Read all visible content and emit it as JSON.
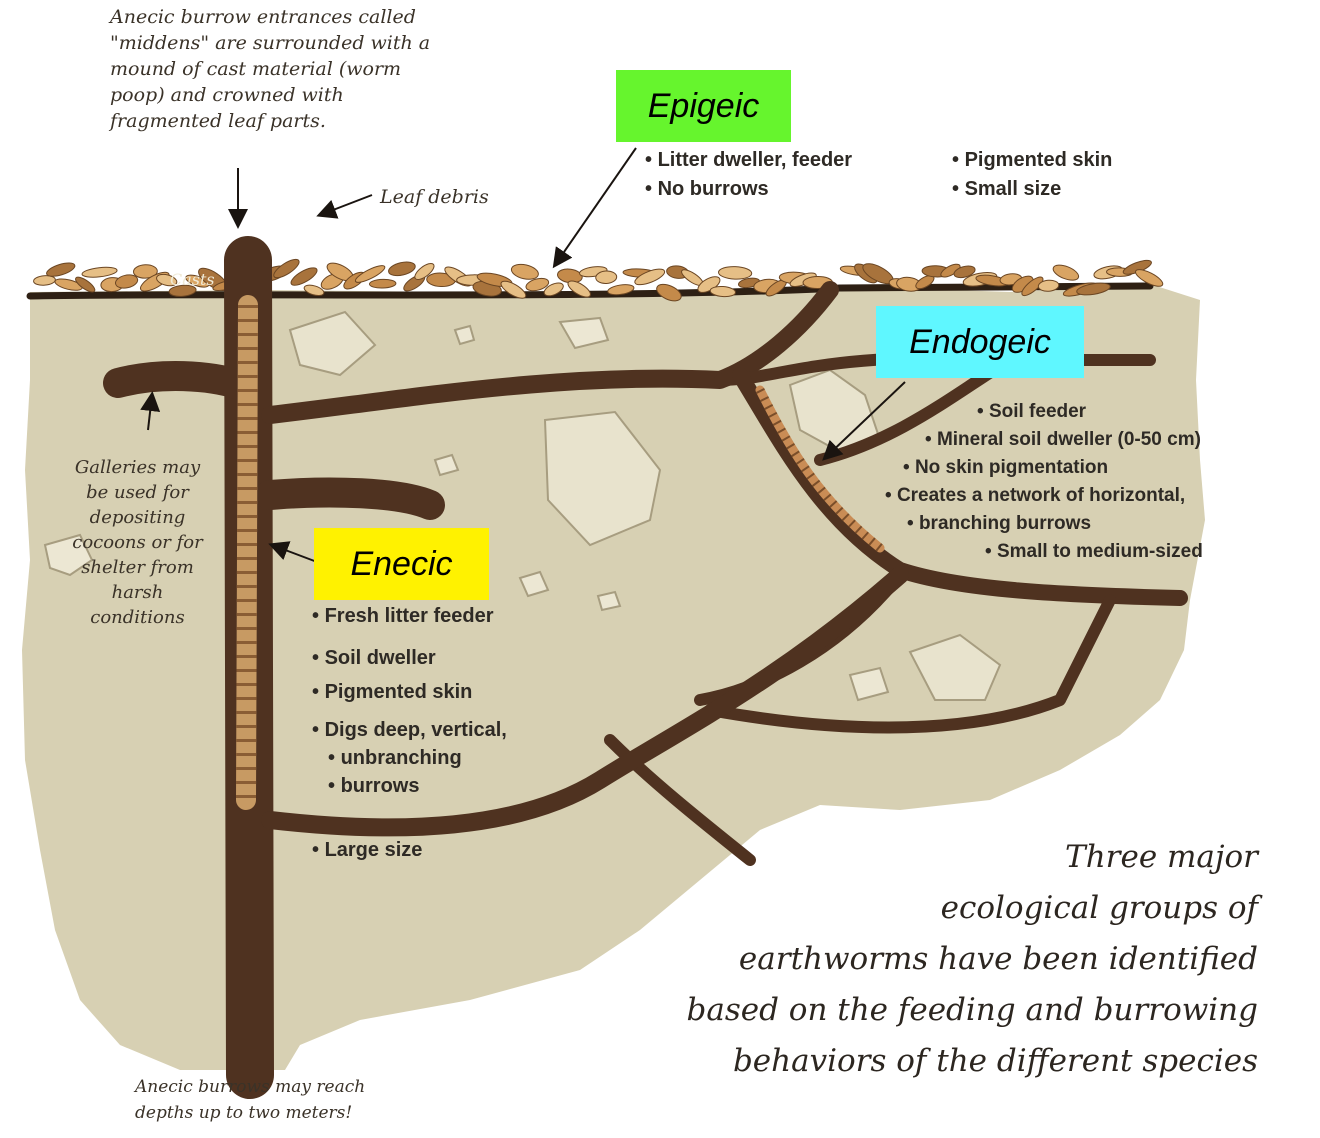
{
  "colors": {
    "soil": "#d7d0b3",
    "burrow": "#4f3220",
    "worm": "#c79a63",
    "epigeic_tag": "#66f52d",
    "endogeic_tag": "#5ff7ff",
    "anecic_tag": "#fff200"
  },
  "notes": {
    "midden": [
      "Anecic burrow entrances called",
      "\"middens\" are surrounded with a",
      "mound of cast material (worm",
      "poop) and crowned with",
      "fragmented leaf parts."
    ],
    "leaf_debris": "Leaf debris",
    "casts": "Casts",
    "galleries": [
      "Galleries may",
      "be used for",
      "depositing",
      "cocoons or for",
      "shelter from",
      "harsh",
      "conditions"
    ],
    "depth": [
      "Anecic burrows may reach",
      "depths up to two meters!"
    ]
  },
  "groups": {
    "epigeic": {
      "label": "Epigeic",
      "col1": [
        "Litter dweller, feeder",
        "No burrows"
      ],
      "col2": [
        "Pigmented skin",
        "Small size"
      ]
    },
    "endogeic": {
      "label": "Endogeic",
      "traits": [
        "Soil feeder",
        "Mineral soil dweller (0-50 cm)",
        "No skin pigmentation",
        "Creates a network of horizontal,",
        "branching burrows",
        "Small to medium-sized"
      ]
    },
    "anecic": {
      "label": "Enecic",
      "traits": [
        "Fresh litter feeder",
        "Soil dweller",
        "Pigmented skin",
        "Digs deep, vertical,",
        "unbranching",
        "burrows",
        "Large size"
      ]
    }
  },
  "caption": [
    "Three major",
    "ecological groups of",
    "earthworms have been identified",
    "based on the feeding and burrowing",
    "behaviors of the different species"
  ]
}
